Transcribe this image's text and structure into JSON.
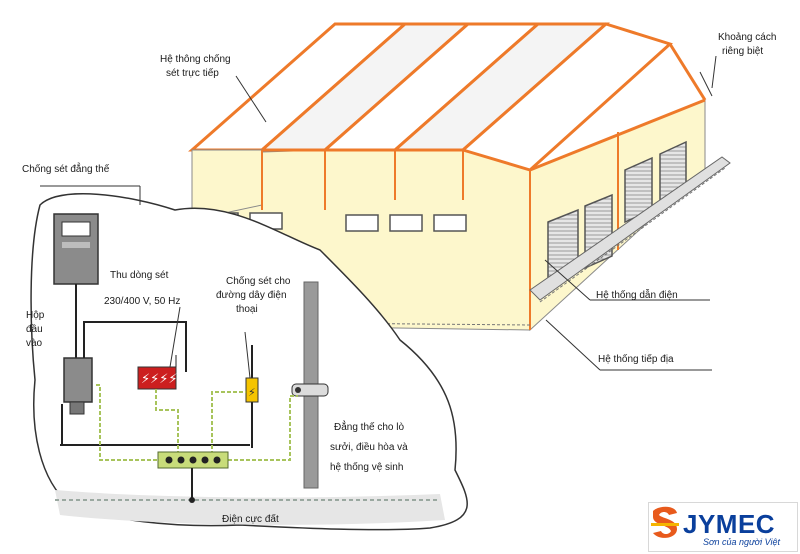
{
  "labels": {
    "lightning_system": [
      "Hệ thông chống",
      "sét trực tiếp"
    ],
    "separation": [
      "Khoảng cách",
      "riêng biệt"
    ],
    "equipotential": "Chống sét đẳng thế",
    "surge_arrester": [
      "Thu dòng sét",
      "230/400 V, 50 Hz"
    ],
    "phone_arrester": [
      "Chống sét cho",
      "đường dây điện",
      "thoại"
    ],
    "input_box": [
      "Hộp",
      "đầu",
      "vào"
    ],
    "conductor_system": "Hệ thống dẫn điện",
    "earthing_system": "Hệ thống tiếp địa",
    "bonding": [
      "Đẳng thế cho lò",
      "sưởi, điều hòa và",
      "hệ thống vệ sinh"
    ],
    "ground_electrode": "Điện cực đất"
  },
  "logo": {
    "brand": "JYMEC",
    "slogan": "Sơn của người Việt",
    "colors": {
      "primary": "#0a3f9c",
      "accent": "#e85a1c",
      "yellow": "#f5b400"
    }
  },
  "colors": {
    "wall": "#fdf7cc",
    "roof": "#ffffff",
    "edge": "#ee7a2a",
    "earth": "#9aa8a0",
    "bond": "#a8c45c"
  }
}
